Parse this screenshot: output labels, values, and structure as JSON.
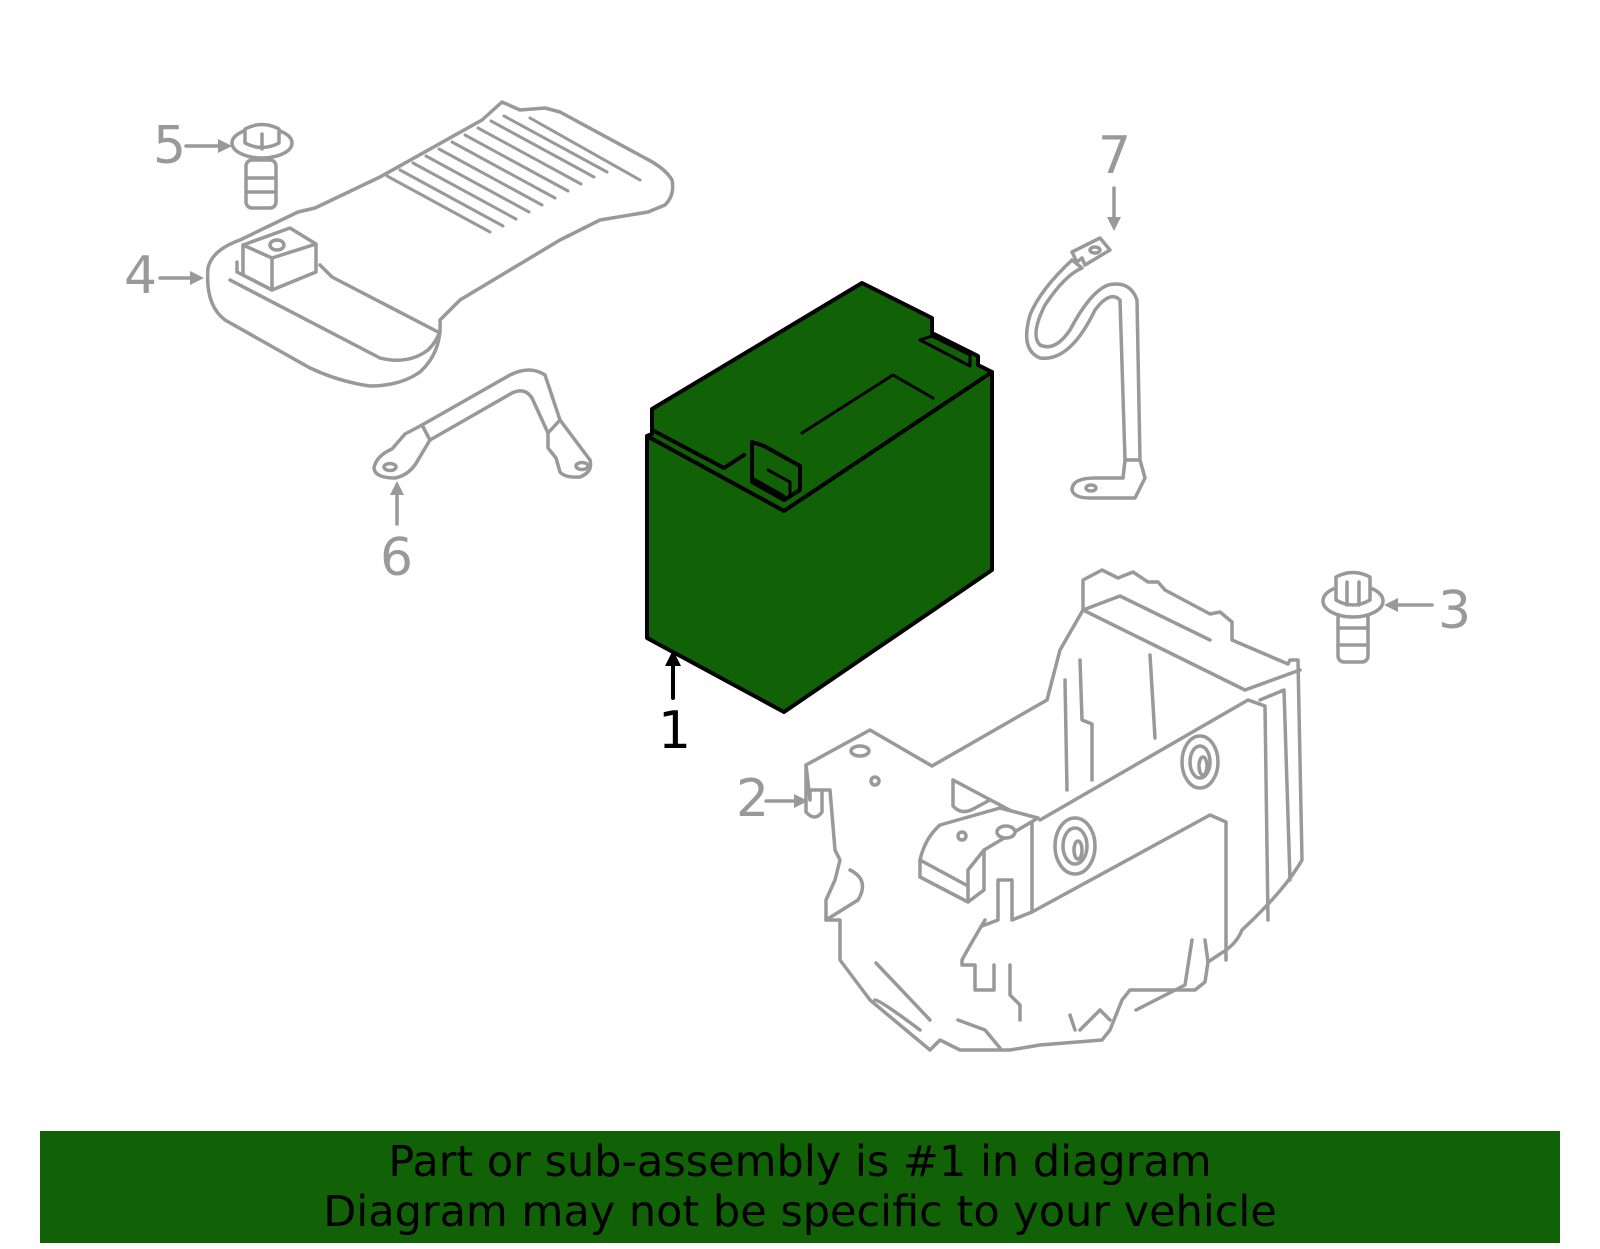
{
  "diagram": {
    "highlight_color": "#116106",
    "line_color": "#999999",
    "highlight_stroke": "#000000",
    "parts": [
      {
        "id": 1,
        "label": "1",
        "name": "battery",
        "highlighted": true
      },
      {
        "id": 2,
        "label": "2",
        "name": "battery-tray",
        "highlighted": false
      },
      {
        "id": 3,
        "label": "3",
        "name": "tray-bolt",
        "highlighted": false
      },
      {
        "id": 4,
        "label": "4",
        "name": "hold-down-clamp",
        "highlighted": false
      },
      {
        "id": 5,
        "label": "5",
        "name": "clamp-bolt",
        "highlighted": false
      },
      {
        "id": 6,
        "label": "6",
        "name": "ground-cable",
        "highlighted": false
      },
      {
        "id": 7,
        "label": "7",
        "name": "positive-cable",
        "highlighted": false
      }
    ]
  },
  "banner": {
    "line1": "Part or sub-assembly is #1 in diagram",
    "line2": "Diagram may not be specific to your vehicle",
    "background": "#116106"
  }
}
